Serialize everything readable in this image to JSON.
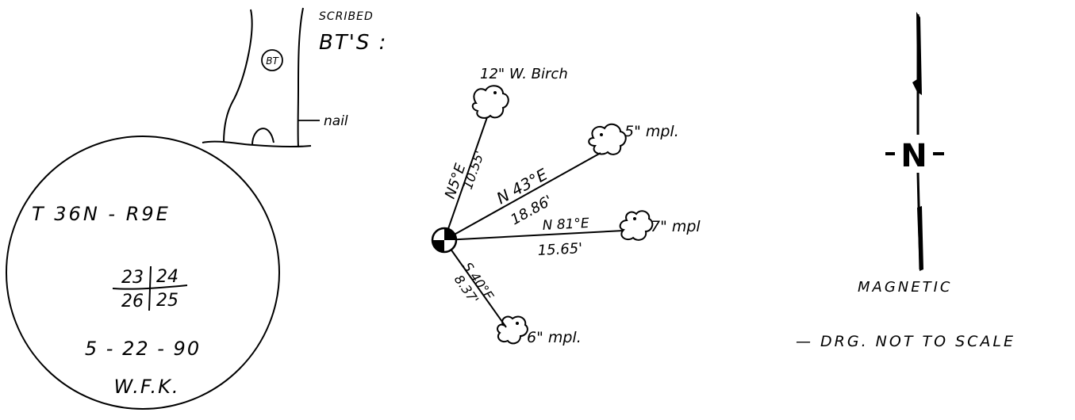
{
  "tree": {
    "scribed_label": "SCRIBED",
    "bts_label": "BT'S :",
    "marker_text": "BT",
    "nail_label": "nail"
  },
  "corner_tag": {
    "township_range": "T 36N - R9E",
    "sections": {
      "nw": "23",
      "ne": "24",
      "sw": "26",
      "se": "25"
    },
    "date": "5 - 22 - 90",
    "initials": "W.F.K."
  },
  "ties": [
    {
      "tree": "12\" W. Birch",
      "bearing": "N5°E",
      "distance": "10.55'"
    },
    {
      "tree": "5\" mpl.",
      "bearing": "N 43°E",
      "distance": "18.86'"
    },
    {
      "tree": "7\" mpl",
      "bearing": "N 81°E",
      "distance": "15.65'"
    },
    {
      "tree": "6\" mpl.",
      "bearing": "S 40°E",
      "distance": "8.37'"
    }
  ],
  "north_arrow": {
    "letter": "N",
    "label": "MAGNETIC"
  },
  "note": "— DRG. NOT TO SCALE"
}
